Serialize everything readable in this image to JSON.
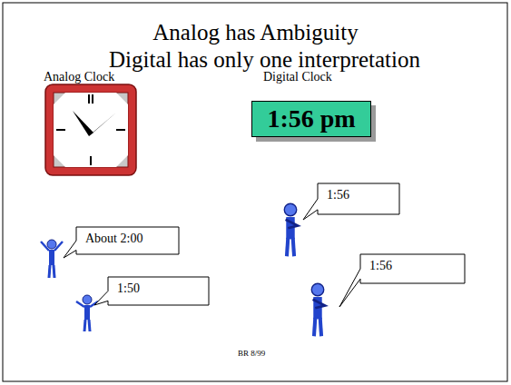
{
  "diagram": {
    "title": "Analog has Ambiguity",
    "nodes": [
      {
        "text": [
          "1:56 pm"
        ]
      },
      {
        "text": [
          "About 2:00"
        ]
      },
      {
        "text": [
          "1:50"
        ]
      },
      {
        "text": [
          "1:56"
        ]
      },
      {
        "text": [
          "1:56"
        ]
      }
    ],
    "labels": [
      "Digital has only one interpretation",
      "Analog Clock",
      "Digital Clock",
      "BR 8/99"
    ]
  }
}
